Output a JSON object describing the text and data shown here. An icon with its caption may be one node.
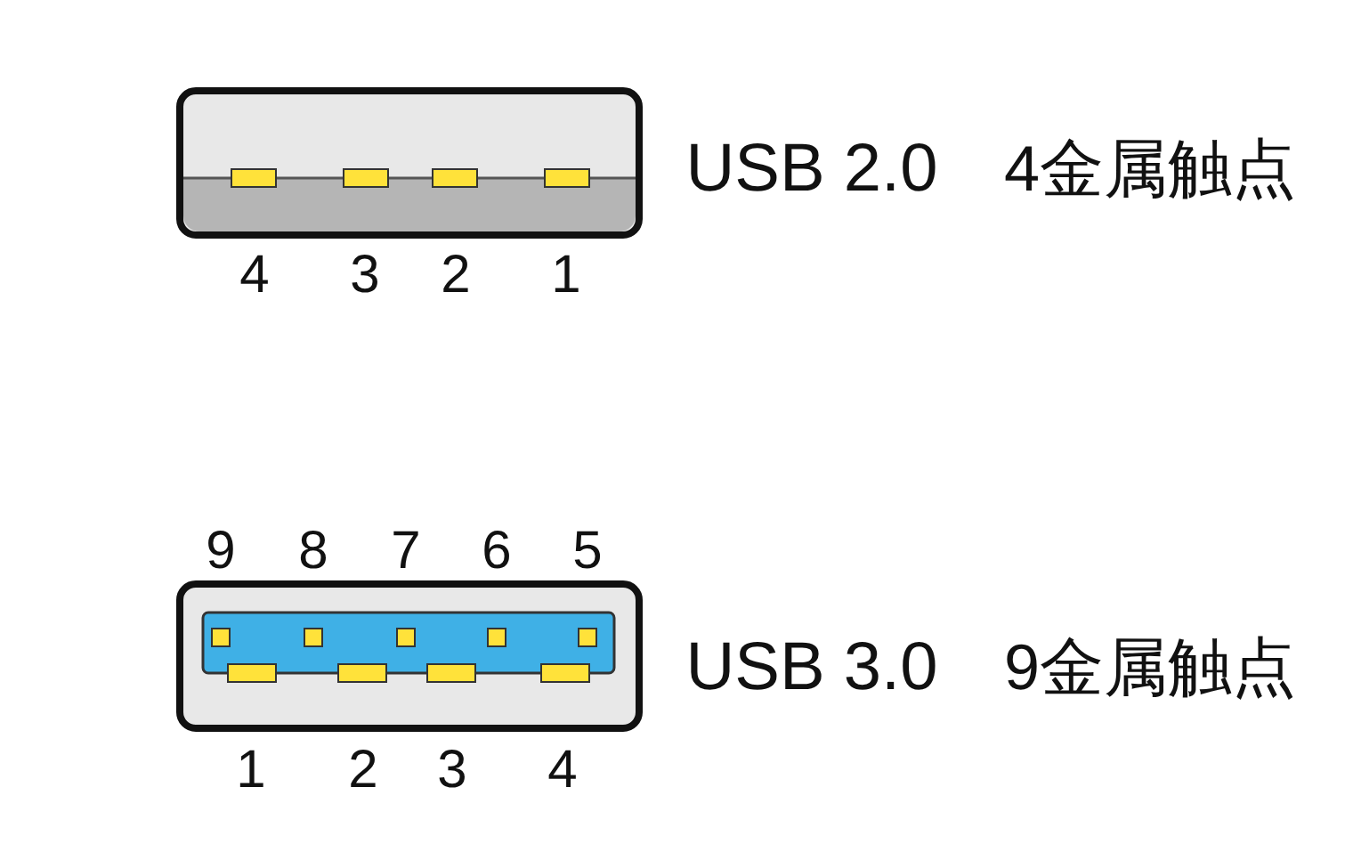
{
  "diagram": {
    "labels": [
      "USB 2.0",
      "4金属触点",
      "4",
      "3",
      "2",
      "1",
      "9",
      "8",
      "7",
      "6",
      "5",
      "USB 3.0",
      "9金属触点",
      "1",
      "2",
      "3",
      "4"
    ]
  }
}
